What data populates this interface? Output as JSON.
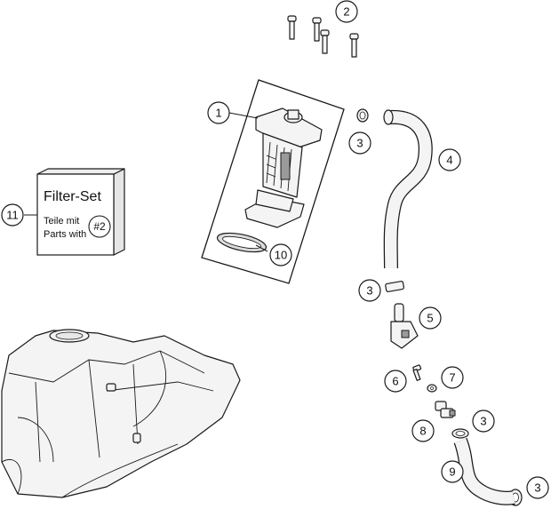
{
  "callouts": {
    "c1": "1",
    "c2": "2",
    "c3a": "3",
    "c3b": "3",
    "c3c": "3",
    "c3d": "3",
    "c4": "4",
    "c5": "5",
    "c6": "6",
    "c7": "7",
    "c8": "8",
    "c9": "9",
    "c10": "10",
    "c11": "11"
  },
  "filter_set": {
    "title": "Filter-Set",
    "line1": "Teile mit",
    "line2": "Parts with",
    "ref": "#2"
  }
}
